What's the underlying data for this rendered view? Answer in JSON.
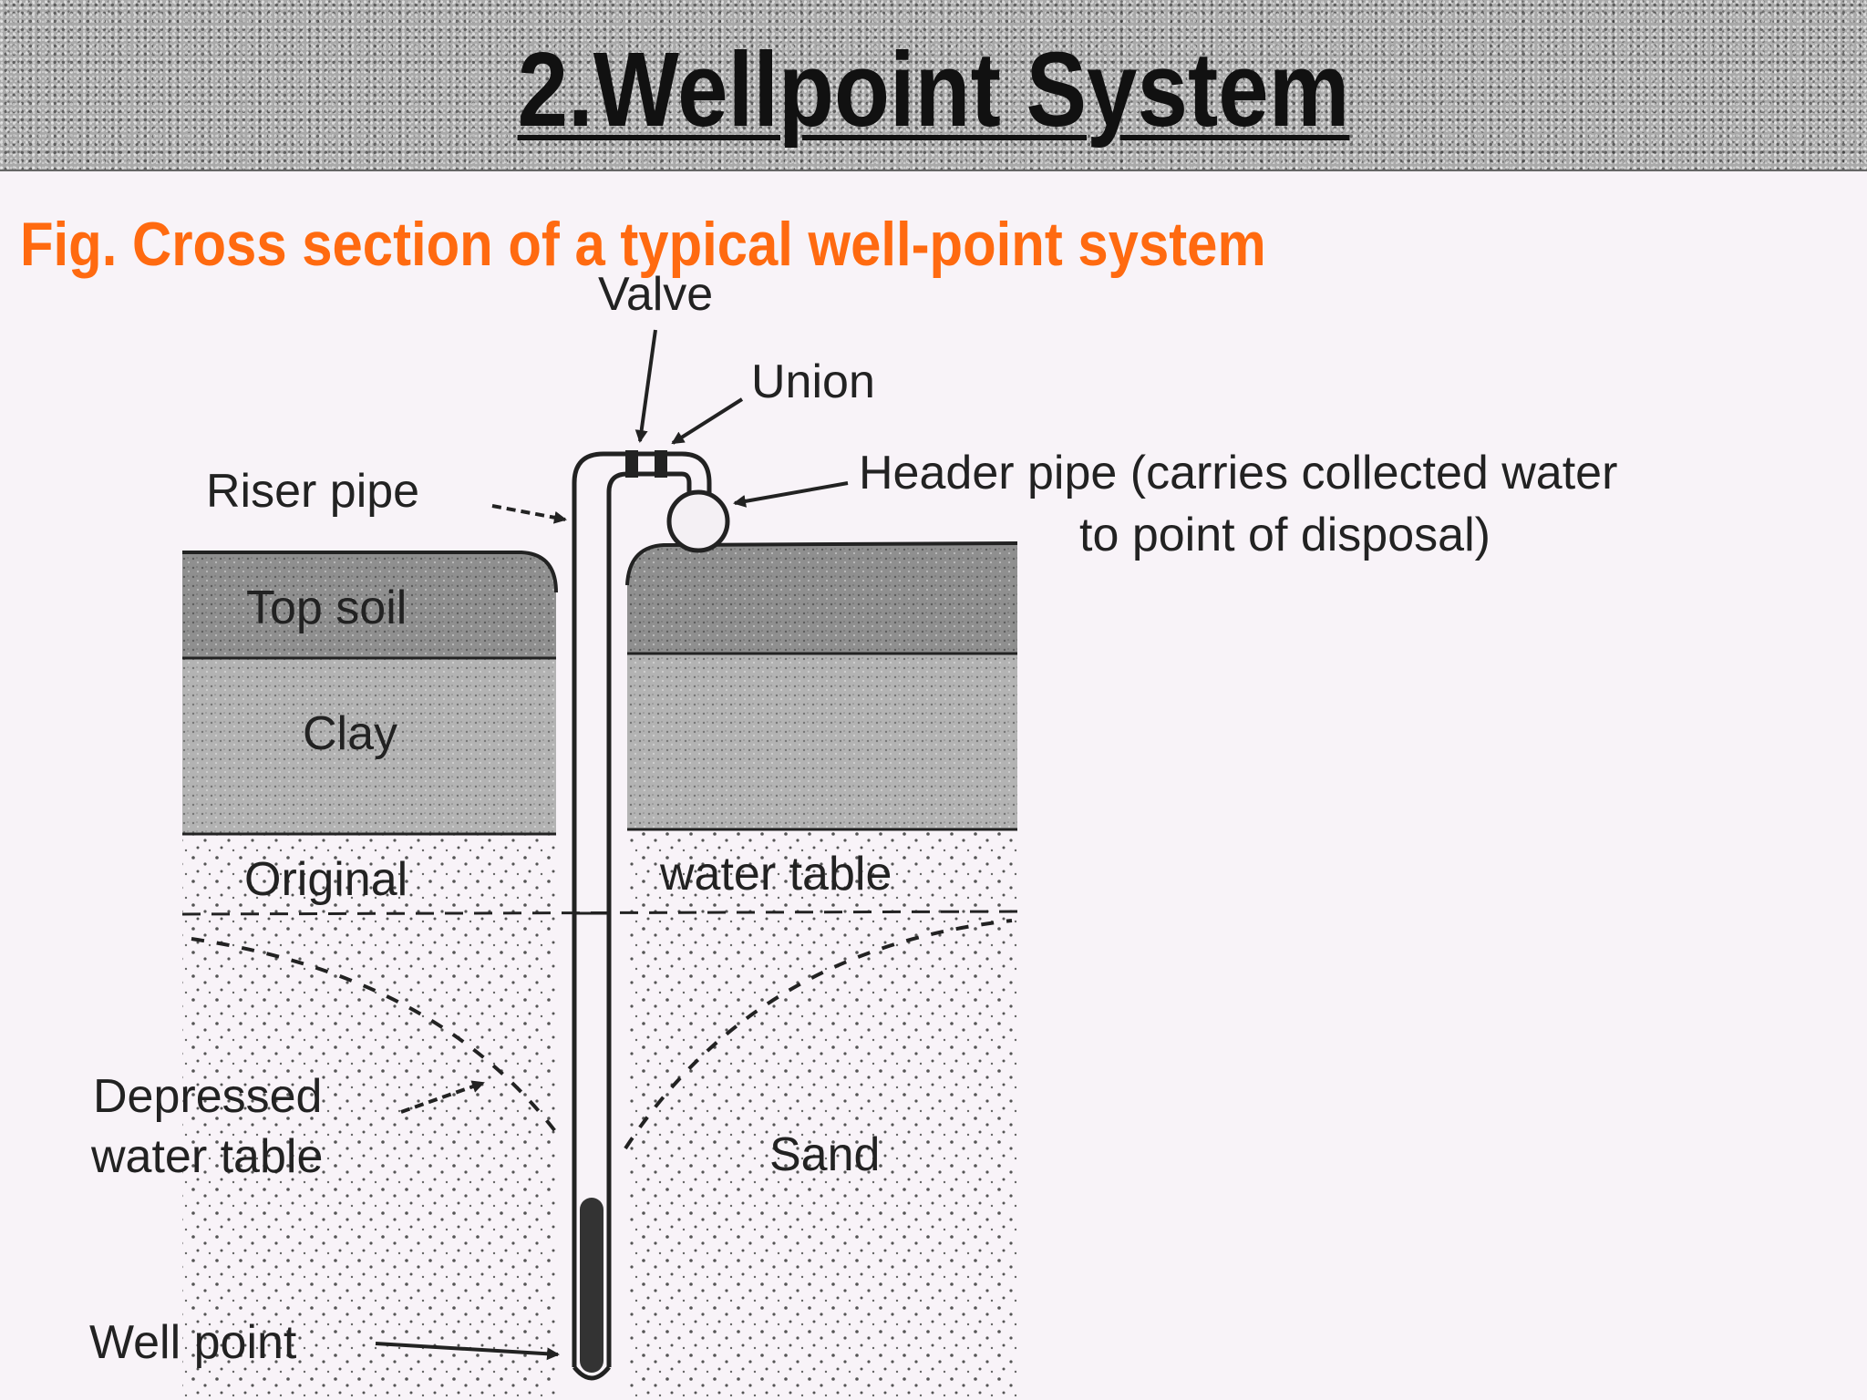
{
  "slide": {
    "title": "2.Wellpoint System",
    "caption": "Fig. Cross section of a typical well-point system"
  },
  "labels": {
    "valve": "Valve",
    "union": "Union",
    "riser_pipe": "Riser pipe",
    "header_pipe_line1": "Header pipe (carries collected water",
    "header_pipe_line2": "to point of disposal)",
    "top_soil": "Top soil",
    "clay": "Clay",
    "original": "Original",
    "water_table": "water table",
    "depressed_line1": "Depressed",
    "depressed_line2": "water table",
    "sand": "Sand",
    "well_point": "Well point"
  },
  "colors": {
    "title_text": "#111111",
    "caption_text": "#ff6a10",
    "top_soil_fill": "#8f8f8f",
    "clay_fill": "#b3b3b3",
    "background": "#f8f3f8"
  }
}
